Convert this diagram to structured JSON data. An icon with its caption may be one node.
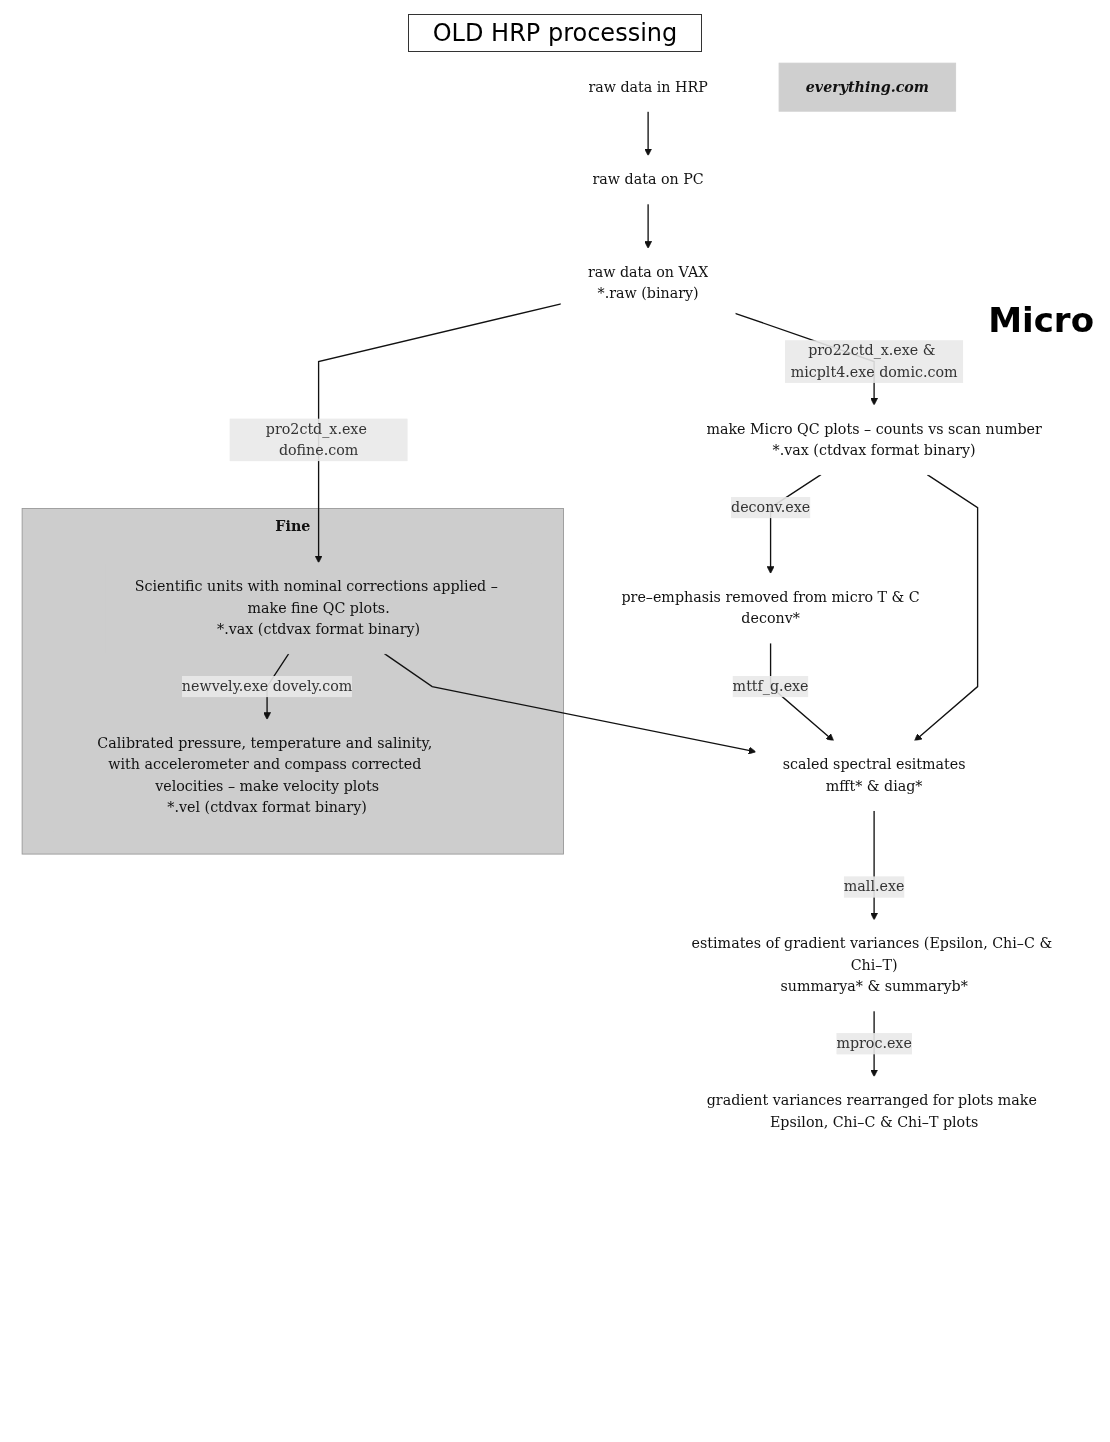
{
  "diagram": {
    "title": "OLD HRP processing",
    "nodes": [
      {
        "text": [
          "raw data in HRP"
        ]
      },
      {
        "text": [
          "raw data on PC"
        ]
      },
      {
        "text": [
          "raw data on VAX",
          "*.raw (binary)"
        ]
      },
      {
        "text": [
          "Fine"
        ]
      },
      {
        "text": [
          "Scientific units with nominal corrections applied – make fine QC plots.",
          "*.vax (ctdvax format binary)"
        ],
        "in": 3
      },
      {
        "text": [
          "Calibrated pressure, temperature and salinity, with accelerometer and compass corrected velocities – make velocity plots",
          "*.vel (ctdvax format binary)"
        ],
        "in": 3
      },
      {
        "text": [
          "make Micro QC plots – counts vs scan number",
          "*.vax (ctdvax format binary)"
        ]
      },
      {
        "text": [
          "pre–emphasis removed from micro T & C",
          "deconv*"
        ]
      },
      {
        "text": [
          "scaled spectral esitmates",
          "mfft* & diag*"
        ]
      },
      {
        "text": [
          "estimates of gradient variances (Epsilon, Chi–C & Chi–T)",
          "summarya* & summaryb*"
        ]
      },
      {
        "text": [
          "gradient variances rearranged for plots make Epsilon, Chi–C & Chi–T plots"
        ]
      },
      {
        "text": [
          "everything.com"
        ]
      }
    ],
    "edges": [
      {
        "from": 0,
        "to": 1,
        "arrow": "to"
      },
      {
        "from": 1,
        "to": 2,
        "arrow": "to"
      },
      {
        "from": 2,
        "to": 4,
        "arrow": "to",
        "label": "pro2ctd_x.exe dofine.com"
      },
      {
        "from": 4,
        "to": 5,
        "arrow": "to",
        "label": "newvely.exe dovely.com"
      },
      {
        "from": 2,
        "to": 6,
        "arrow": "to",
        "label": "pro22ctd_x.exe & micplt4.exe domic.com"
      },
      {
        "from": 6,
        "to": 7,
        "arrow": "to",
        "label": "deconv.exe"
      },
      {
        "from": 7,
        "to": 8,
        "arrow": "to",
        "label": "mttf_g.exe"
      },
      {
        "from": 6,
        "to": 8,
        "arrow": "to"
      },
      {
        "from": 4,
        "to": 8,
        "arrow": "to"
      },
      {
        "from": 8,
        "to": 9,
        "arrow": "to",
        "label": "mall.exe"
      },
      {
        "from": 9,
        "to": 10,
        "arrow": "to",
        "label": "mproc.exe"
      }
    ],
    "labels": [
      "Micro"
    ]
  }
}
